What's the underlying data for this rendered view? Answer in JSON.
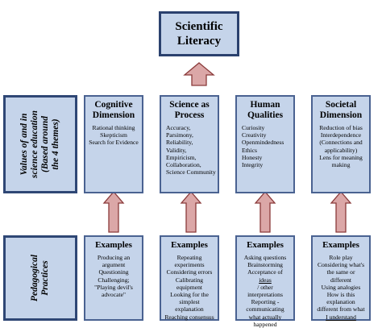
{
  "title": {
    "lines": [
      "Scientific",
      "Literacy"
    ]
  },
  "side_labels": {
    "values": {
      "lines": [
        "Values of and in",
        "science education",
        "(Based around",
        "the 4 themes)"
      ]
    },
    "pedagogical": {
      "lines": [
        "Pedagogical",
        "Practices"
      ]
    }
  },
  "themes": [
    {
      "heading": [
        "Cognitive",
        "Dimension"
      ],
      "items": [
        "Rational thinking",
        "Skepticism",
        "Search for Evidence"
      ]
    },
    {
      "heading": [
        "Science as",
        "Process"
      ],
      "items": [
        "Accuracy,",
        "Parsimony,",
        "Reliability,",
        "Validity,",
        "Empiricism,",
        "Collaboration,",
        "Science Community"
      ]
    },
    {
      "heading": [
        "Human",
        "Qualities"
      ],
      "items": [
        "Curiosity",
        "Creativity",
        "Openmindedness",
        "Ethics",
        "Honesty",
        "Integrity"
      ]
    },
    {
      "heading": [
        "Societal",
        "Dimension"
      ],
      "items": [
        "Reduction of bias",
        "Interdependence",
        "(Connections and",
        "applicability)",
        "Lens for meaning",
        "making"
      ]
    }
  ],
  "practices": [
    {
      "heading": "Examples",
      "items": [
        "Producing an",
        "argument",
        "Questioning",
        "Challenging;",
        "\"Playing devil's",
        "advocate\""
      ]
    },
    {
      "heading": "Examples",
      "items": [
        "Repeating",
        "experiments",
        "Considering errors",
        "Calibrating",
        "equipment",
        "Looking for the",
        "simplest",
        "explanation",
        "Reaching consensus"
      ]
    },
    {
      "heading": "Examples",
      "items": [
        "Asking questions",
        "Brainstorming",
        "Acceptance of",
        "ideas",
        "/ other",
        "interpretations",
        "Reporting -",
        "communicating",
        "what actually",
        "happened"
      ]
    },
    {
      "heading": "Examples",
      "items": [
        "Role play",
        "Considering what's",
        "the same or",
        "different",
        "Using analogies",
        "How is this",
        "explanation",
        "different from what",
        "I understand"
      ]
    }
  ],
  "colors": {
    "box_fill": "#c5d4ea",
    "box_border": "#4a6291",
    "arrow_fill": "#dba7a7",
    "arrow_stroke": "#8a3a3a"
  }
}
